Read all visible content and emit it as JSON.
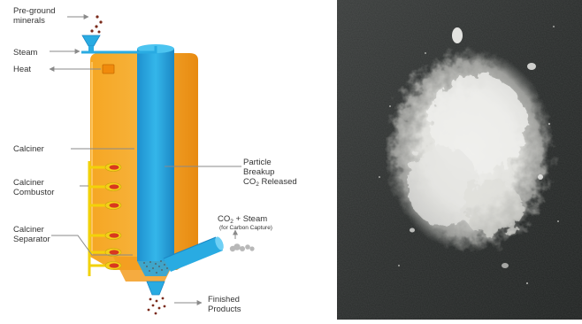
{
  "labels": {
    "pre_ground_line1": "Pre-ground",
    "pre_ground_line2": "minerals",
    "steam": "Steam",
    "heat": "Heat",
    "calciner": "Calciner",
    "calciner_combustor_line1": "Calciner",
    "calciner_combustor_line2": "Combustor",
    "calciner_separator_line1": "Calciner",
    "calciner_separator_line2": "Separator",
    "particle_line1": "Particle",
    "particle_line2": "Breakup",
    "co2_line3_prefix": "CO",
    "co2_line3_sub": "2",
    "co2_line3_suffix": " Released",
    "co2_steam_prefix": "CO",
    "co2_steam_sub": "2",
    "co2_steam_suffix": " + Steam",
    "carbon_capture": "(for Carbon Capture)",
    "finished_line1": "Finished",
    "finished_line2": "Products"
  },
  "colors": {
    "vessel_orange": "#f39c1e",
    "vessel_dark": "#e57d0a",
    "tube_blue": "#29abe2",
    "tube_blue_dark": "#1b87c4",
    "combustor_yellow": "#f7e017",
    "flame_red": "#d9381e",
    "arrow_gray": "#8a8a8a"
  },
  "photo": {
    "subject": "white mineral powder on dark surface"
  }
}
